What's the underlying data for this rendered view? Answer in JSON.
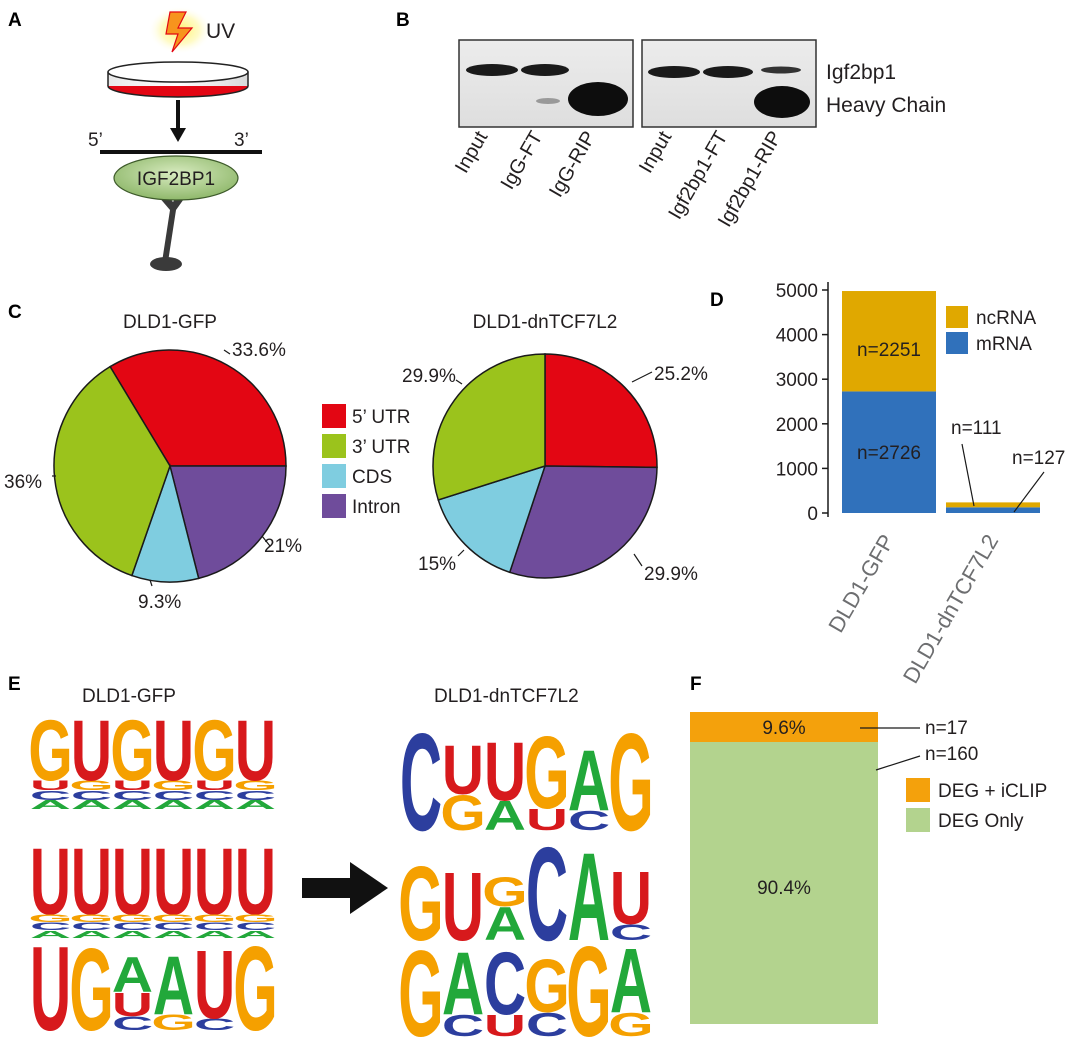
{
  "panels": {
    "a": "A",
    "b": "B",
    "c": "C",
    "d": "D",
    "e": "E",
    "f": "F"
  },
  "panel_a": {
    "uv_label": "UV",
    "end5": "5’",
    "end3": "3’",
    "protein": "IGF2BP1"
  },
  "panel_b": {
    "band_top": "Igf2bp1",
    "band_bottom": "Heavy Chain",
    "lanes_left": [
      "Input",
      "IgG-FT",
      "IgG-RIP"
    ],
    "lanes_right": [
      "Input",
      "Igf2bp1-FT",
      "Igf2bp1-RIP"
    ]
  },
  "panel_c": {
    "legend": [
      "5’ UTR",
      "3’ UTR",
      "CDS",
      "Intron"
    ],
    "colors": {
      "utr5": "#e30613",
      "utr3": "#9bc31c",
      "cds": "#7fcde0",
      "intron": "#6f4c9b"
    }
  },
  "panel_d": {
    "legend": [
      "ncRNA",
      "mRNA"
    ],
    "colors": {
      "ncRNA": "#e0a800",
      "mRNA": "#3071bb"
    },
    "annotations": [
      "n=2251",
      "n=2726",
      "n=111",
      "n=127"
    ]
  },
  "panel_e": {
    "left_title": "DLD1-GFP",
    "right_title": "DLD1-dnTCF7L2",
    "motifs_left": [
      [
        [
          "G",
          "U"
        ],
        [
          "U",
          "G"
        ],
        [
          "G",
          "U"
        ],
        [
          "U",
          "G"
        ],
        [
          "G",
          "U"
        ],
        [
          "U",
          "G"
        ]
      ],
      [
        [
          "U"
        ],
        [
          "U"
        ],
        [
          "U"
        ],
        [
          "U"
        ],
        [
          "U"
        ],
        [
          "U"
        ]
      ],
      [
        [
          "U"
        ],
        [
          "G"
        ],
        [
          "A",
          "U",
          "C"
        ],
        [
          "A",
          "G"
        ],
        [
          "U",
          "C"
        ],
        [
          "G"
        ]
      ]
    ],
    "motifs_right": [
      [
        [
          "C"
        ],
        [
          "U",
          "G"
        ],
        [
          "U",
          "A"
        ],
        [
          "G",
          "U"
        ],
        [
          "A",
          "C"
        ],
        [
          "G"
        ]
      ],
      [
        [
          "G"
        ],
        [
          "U"
        ],
        [
          "G",
          "A"
        ],
        [
          "C"
        ],
        [
          "A"
        ],
        [
          "U",
          "C"
        ]
      ],
      [
        [
          "G"
        ],
        [
          "A",
          "C"
        ],
        [
          "C",
          "U"
        ],
        [
          "G",
          "C"
        ],
        [
          "G"
        ],
        [
          "A",
          "G"
        ]
      ]
    ],
    "colors": {
      "G": "#f5a000",
      "U": "#d7191c",
      "C": "#2c3e9e",
      "A": "#22a83a"
    }
  },
  "panel_f": {
    "legend": [
      "DEG + iCLIP",
      "DEG Only"
    ],
    "colors": {
      "deg_iclip": "#f4a10c",
      "deg_only": "#b3d38e"
    },
    "labels": {
      "top_pct": "9.6%",
      "bottom_pct": "90.4%",
      "n_top": "n=17",
      "n_bottom": "n=160"
    }
  },
  "chart_data": [
    {
      "type": "pie",
      "title": "DLD1-GFP",
      "categories": [
        "5’ UTR",
        "3’ UTR",
        "CDS",
        "Intron"
      ],
      "values": [
        33.6,
        36,
        9.3,
        21
      ],
      "labels": [
        "33.6%",
        "36%",
        "9.3%",
        "21%"
      ]
    },
    {
      "type": "pie",
      "title": "DLD1-dnTCF7L2",
      "categories": [
        "5’ UTR",
        "3’ UTR",
        "CDS",
        "Intron"
      ],
      "values": [
        25.2,
        29.9,
        15,
        29.9
      ],
      "labels": [
        "25.2%",
        "29.9%",
        "15%",
        "29.9%"
      ]
    },
    {
      "type": "bar",
      "stacked": true,
      "categories": [
        "DLD1-GFP",
        "DLD1-dnTCF7L2"
      ],
      "series": [
        {
          "name": "mRNA",
          "values": [
            2726,
            127
          ]
        },
        {
          "name": "ncRNA",
          "values": [
            2251,
            111
          ]
        }
      ],
      "yticks": [
        0,
        1000,
        2000,
        3000,
        4000,
        5000
      ],
      "ylim": [
        0,
        5200
      ],
      "legend_position": "top-right"
    },
    {
      "type": "bar",
      "stacked": true,
      "categories": [
        ""
      ],
      "series": [
        {
          "name": "DEG Only",
          "values": [
            90.4
          ]
        },
        {
          "name": "DEG + iCLIP",
          "values": [
            9.6
          ]
        }
      ],
      "ylim": [
        0,
        100
      ]
    }
  ]
}
